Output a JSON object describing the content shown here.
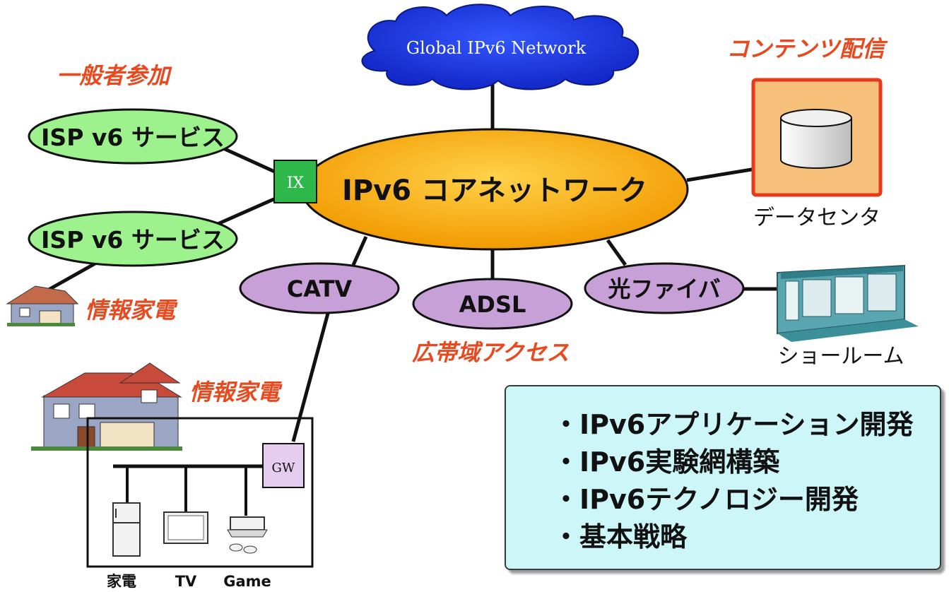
{
  "global_network": "Global IPv6 Network",
  "core": "IPv6 コアネットワーク",
  "ix": "IX",
  "public_heading": "一般者参加",
  "isp1": "ISP v6 サービス",
  "isp2": "ISP v6 サービス",
  "appliance_small": "情報家電",
  "appliance_large": "情報家電",
  "content_heading": "コンテンツ配信",
  "datacenter": "データセンタ",
  "catv": "CATV",
  "adsl": "ADSL",
  "fiber": "光ファイバ",
  "showroom": "ショールーム",
  "broadband": "広帯域アクセス",
  "gw": "GW",
  "devices": [
    "家電",
    "TV",
    "Game"
  ],
  "tasks": [
    "・IPv6アプリケーション開発",
    "・IPv6実験網構築",
    "・IPv6テクノロジー開発",
    "・基本戦略"
  ],
  "colors": {
    "core": "#f6a500",
    "cloud": "#1f3ef0",
    "isp": "#9ef28e",
    "access": "#c8a0d8",
    "heading_red": "#e8491e",
    "ix": "#2fb84a",
    "datacenter": "#f6c07a",
    "task_box": "#ccf6f8"
  }
}
